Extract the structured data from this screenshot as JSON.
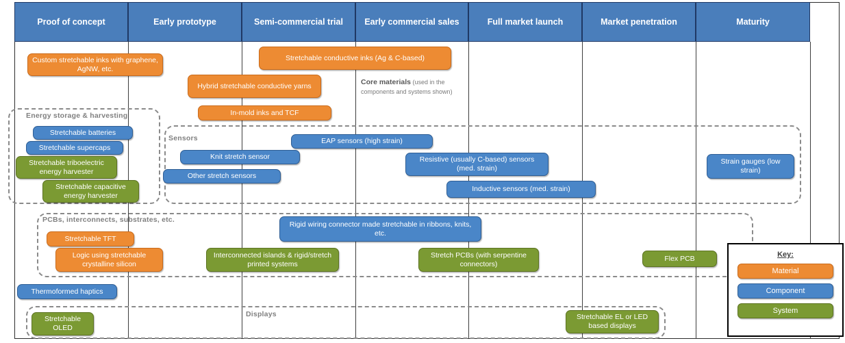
{
  "columns": [
    {
      "label": "Proof of concept"
    },
    {
      "label": "Early prototype"
    },
    {
      "label": "Semi-commercial trial"
    },
    {
      "label": "Early commercial sales"
    },
    {
      "label": "Full market launch"
    },
    {
      "label": "Market penetration"
    },
    {
      "label": "Maturity"
    }
  ],
  "annotation": {
    "title": "Core materials",
    "text": " (used in the components and systems shown)"
  },
  "groups": [
    {
      "label": "Energy storage & harvesting"
    },
    {
      "label": "Sensors"
    },
    {
      "label": "PCBs, interconnects,  substrates, etc."
    },
    {
      "label": "Displays"
    }
  ],
  "nodes": [
    {
      "label": "Custom stretchable inks with graphene, AgNW, etc.",
      "type": "Material"
    },
    {
      "label": "Stretchable conductive inks (Ag & C-based)",
      "type": "Material"
    },
    {
      "label": "Hybrid stretchable conductive yarns",
      "type": "Material"
    },
    {
      "label": "In-mold inks and TCF",
      "type": "Material"
    },
    {
      "label": "Stretchable batteries",
      "type": "Component"
    },
    {
      "label": "Stretchable supercaps",
      "type": "Component"
    },
    {
      "label": "Stretchable triboelectric energy harvester",
      "type": "System"
    },
    {
      "label": "Stretchable capacitive energy harvester",
      "type": "System"
    },
    {
      "label": "EAP sensors (high strain)",
      "type": "Component"
    },
    {
      "label": "Knit stretch sensor",
      "type": "Component"
    },
    {
      "label": "Other stretch sensors",
      "type": "Component"
    },
    {
      "label": "Resistive (usually C-based) sensors (med. strain)",
      "type": "Component"
    },
    {
      "label": "Inductive sensors (med. strain)",
      "type": "Component"
    },
    {
      "label": "Strain gauges (low strain)",
      "type": "Component"
    },
    {
      "label": "Rigid wiring connector made stretchable in ribbons, knits, etc.",
      "type": "Component"
    },
    {
      "label": "Stretchable TFT",
      "type": "Material"
    },
    {
      "label": "Logic using stretchable crystalline silicon",
      "type": "Material"
    },
    {
      "label": "Interconnected islands & rigid/stretch printed systems",
      "type": "System"
    },
    {
      "label": "Stretch PCBs (with serpentine connectors)",
      "type": "System"
    },
    {
      "label": "Flex PCB",
      "type": "System"
    },
    {
      "label": "Thermoformed haptics",
      "type": "Component"
    },
    {
      "label": "Stretchable OLED",
      "type": "System"
    },
    {
      "label": "Stretchable EL or LED based displays",
      "type": "System"
    }
  ],
  "key": {
    "title": "Key:",
    "items": [
      {
        "label": "Material",
        "color": "#ED8B33"
      },
      {
        "label": "Component",
        "color": "#4A86C8"
      },
      {
        "label": "System",
        "color": "#7B9A33"
      }
    ]
  }
}
